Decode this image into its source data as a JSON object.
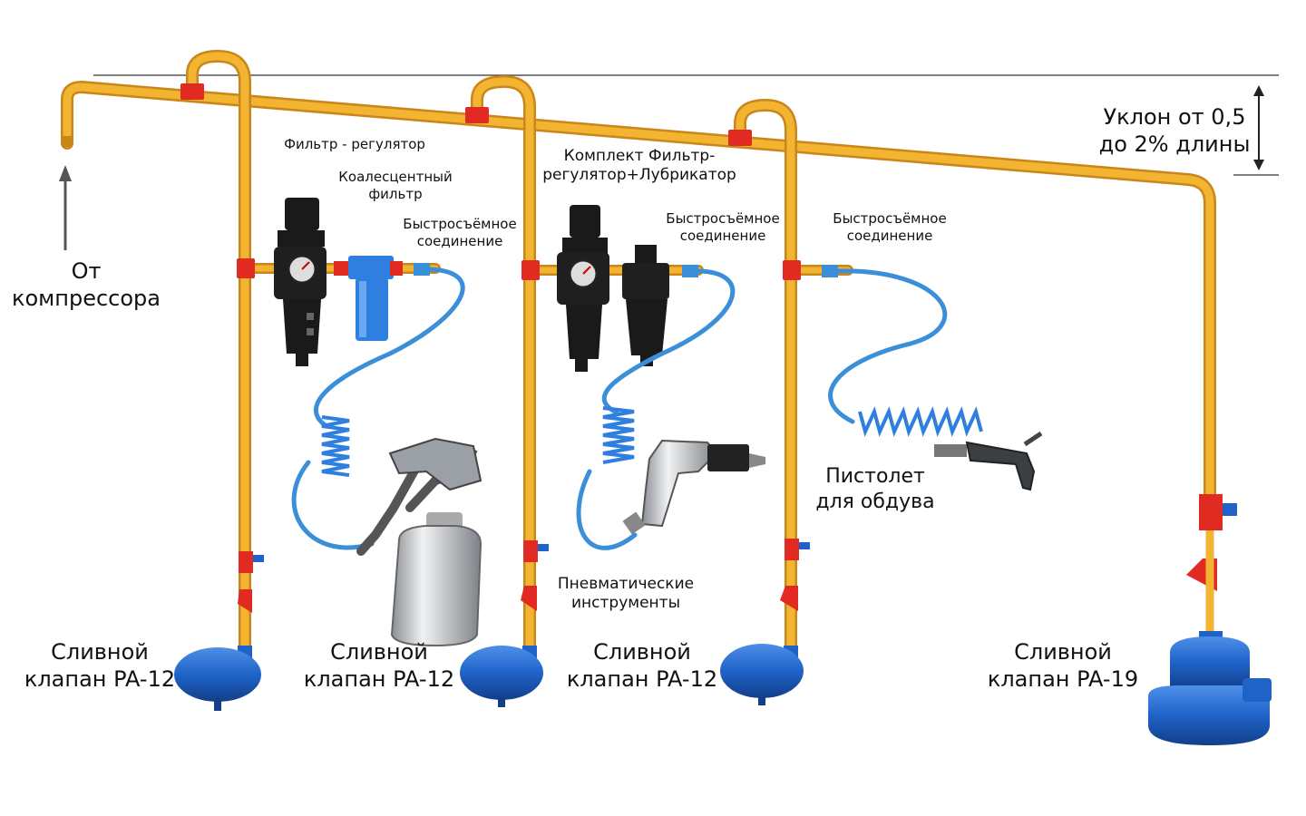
{
  "labels": {
    "source": [
      "От",
      "компрессора"
    ],
    "slope": [
      "Уклон от 0,5",
      "до 2% длины"
    ],
    "filter_regulator": "Фильтр - регулятор",
    "coalescent_filter": [
      "Коалесцентный",
      "фильтр"
    ],
    "quick_coupling_1": [
      "Быстросъёмное",
      "соединение"
    ],
    "frl_kit": [
      "Комплект Фильтр-",
      "регулятор+Лубрикатор"
    ],
    "quick_coupling_2": [
      "Быстросъёмное",
      "соединение"
    ],
    "quick_coupling_3": [
      "Быстросъёмное",
      "соединение"
    ],
    "blow_gun": [
      "Пистолет",
      "для обдува"
    ],
    "pneumatic_tools": [
      "Пневматические",
      "инструменты"
    ],
    "drain_1": [
      "Сливной",
      "клапан PA-12"
    ],
    "drain_2": [
      "Сливной",
      "клапан PA-12"
    ],
    "drain_3": [
      "Сливной",
      "клапан PA-12"
    ],
    "drain_4": [
      "Сливной",
      "клапан PA-19"
    ]
  },
  "colors": {
    "pipe": "#f2b431",
    "pipe_edge": "#c9861a",
    "fitting": "#e02a22",
    "hose": "#3a8fd8",
    "valve_body": "#1f63c9",
    "valve_dark": "#123f8a",
    "filter_black": "#1a1a1a",
    "bowl_blue": "#2f7fe0",
    "tool_silver": "#b9bdc2"
  },
  "icons": {
    "source_arrow": "arrow-up-icon",
    "slope_arrow": "double-arrow-vertical-icon",
    "spray_gun": "spray-gun-icon",
    "drill": "pneumatic-drill-icon",
    "blow_gun": "blow-gun-icon"
  }
}
